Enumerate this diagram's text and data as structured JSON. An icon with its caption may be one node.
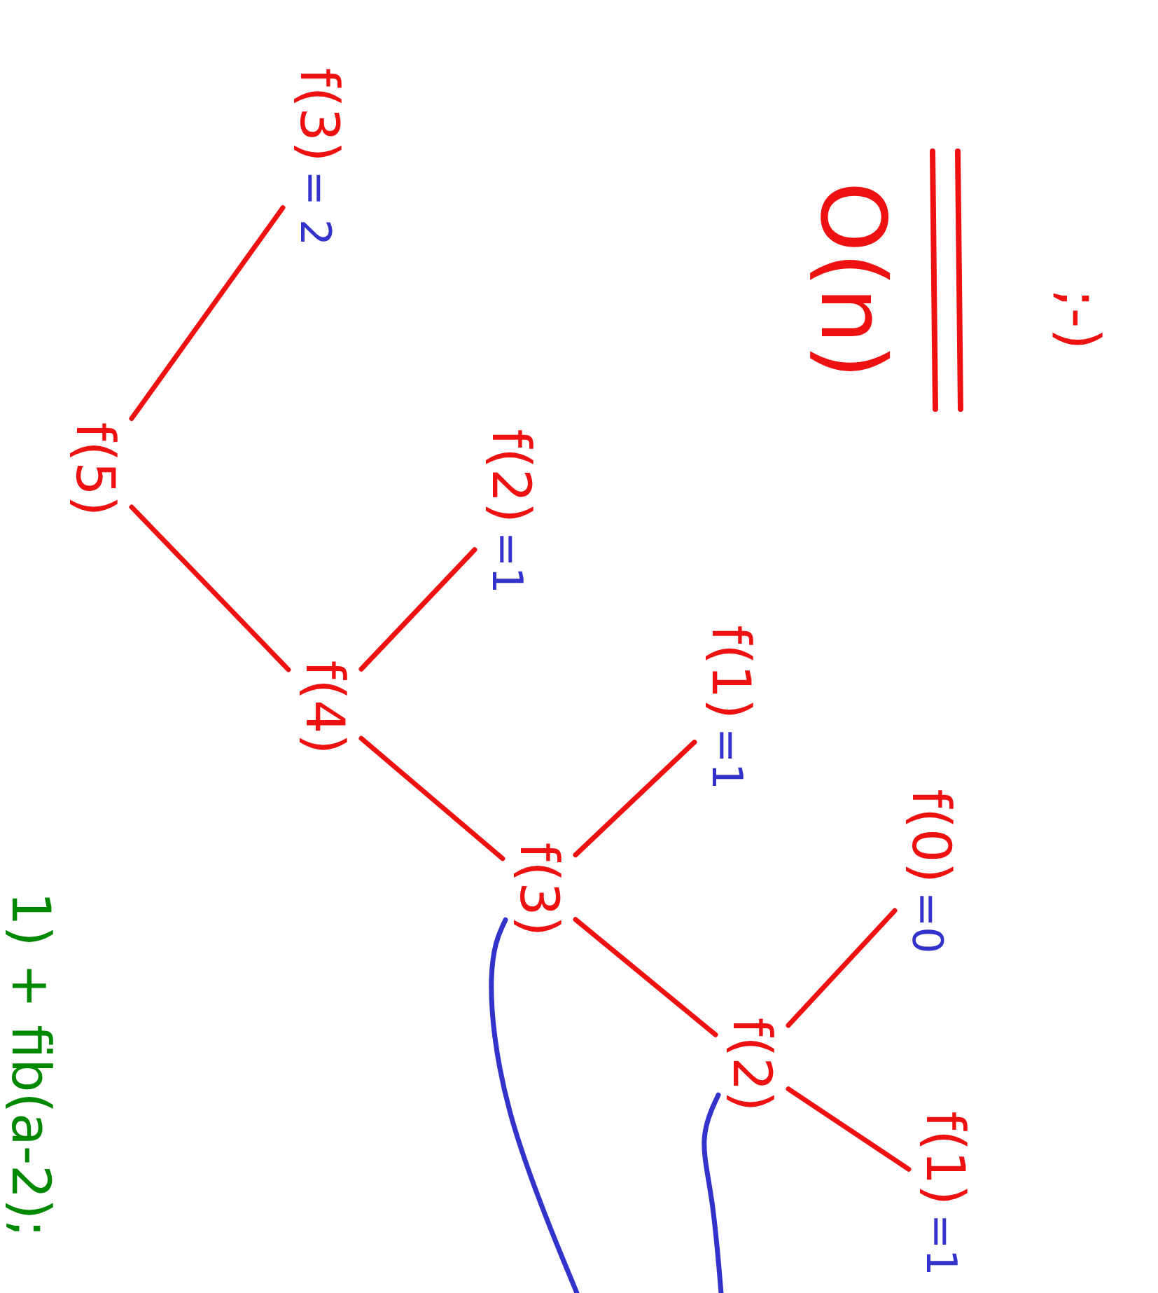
{
  "diagram": {
    "nodes": [
      {
        "text": [
          "f(5)"
        ]
      },
      {
        "text": [
          "f(3)",
          "= 2"
        ]
      },
      {
        "text": [
          "f(4)"
        ]
      },
      {
        "text": [
          "f(2)",
          "=1"
        ]
      },
      {
        "text": [
          "f(3)"
        ]
      },
      {
        "text": [
          "f(1)",
          "=1"
        ]
      },
      {
        "text": [
          "f(2)"
        ]
      },
      {
        "text": [
          "f(0)",
          "=0"
        ]
      },
      {
        "text": [
          "f(1)",
          "=1"
        ]
      }
    ],
    "edges": [
      {
        "from": 0,
        "to": 1,
        "arrow": "none"
      },
      {
        "from": 0,
        "to": 2,
        "arrow": "none"
      },
      {
        "from": 2,
        "to": 3,
        "arrow": "none"
      },
      {
        "from": 2,
        "to": 4,
        "arrow": "none"
      },
      {
        "from": 4,
        "to": 5,
        "arrow": "none"
      },
      {
        "from": 4,
        "to": 6,
        "arrow": "none"
      },
      {
        "from": 6,
        "to": 7,
        "arrow": "none"
      },
      {
        "from": 6,
        "to": 8,
        "arrow": "none"
      },
      {
        "from": 4,
        "to": null,
        "arrow": "none",
        "color": "#3333cc"
      },
      {
        "from": 6,
        "to": null,
        "arrow": "none",
        "color": "#3333cc"
      }
    ],
    "labels": [
      "1) + fib(a-2);",
      "O(n)",
      ";-)"
    ]
  }
}
